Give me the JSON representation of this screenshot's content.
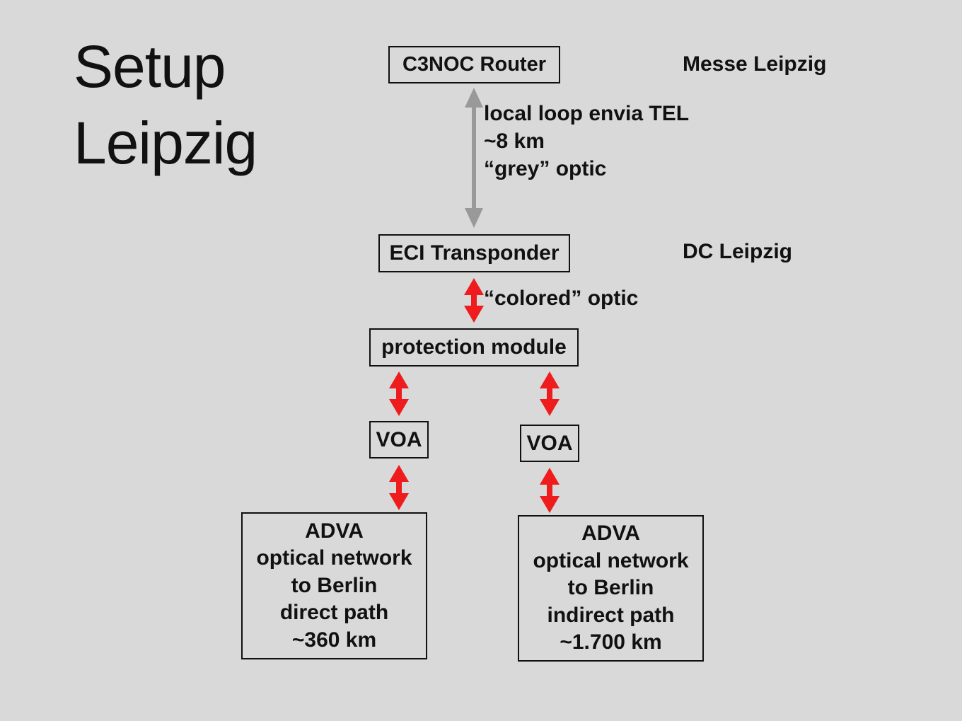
{
  "title": [
    "Setup",
    "Leipzig"
  ],
  "nodes": {
    "router": "C3NOC Router",
    "transponder": "ECI Transponder",
    "protection": "protection module",
    "voa_left": "VOA",
    "voa_right": "VOA",
    "adva_left": [
      "ADVA",
      "optical network",
      "to Berlin",
      "direct path",
      "~360 km"
    ],
    "adva_right": [
      "ADVA",
      "optical network",
      "to Berlin",
      "indirect path",
      "~1.700 km"
    ]
  },
  "locations": {
    "top": "Messe Leipzig",
    "middle": "DC Leipzig"
  },
  "links": {
    "grey": [
      "local loop envia TEL",
      "~8 km",
      "“grey” optic"
    ],
    "colored": "“colored” optic"
  },
  "colors": {
    "background": "#d9d9d9",
    "grey_arrow": "#999999",
    "red_arrow": "#ee1c1c"
  }
}
